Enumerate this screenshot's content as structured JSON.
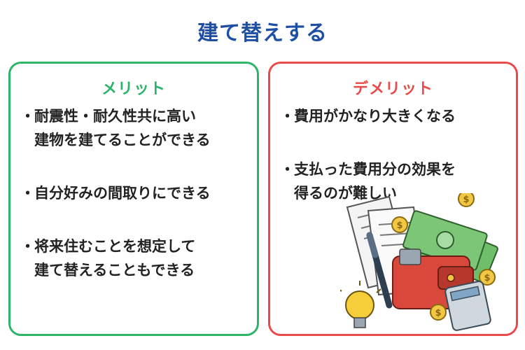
{
  "title": "建て替えする",
  "merit": {
    "heading": "メリット",
    "points": [
      {
        "line1": "耐震性・耐久性共に高い",
        "line2": "建物を建てることができる"
      },
      {
        "line1": "自分好みの間取りにできる",
        "line2": ""
      },
      {
        "line1": "将来住むことを想定して",
        "line2": "建て替えることもできる"
      }
    ]
  },
  "demerit": {
    "heading": "デメリット",
    "points": [
      {
        "line1": "費用がかなり大きくなる",
        "line2": ""
      },
      {
        "line1": "支払った費用分の効果を",
        "line2": "得るのが難しい"
      }
    ]
  },
  "bullet": "・",
  "illustration": {
    "items": [
      "document-icon",
      "pen-icon",
      "banknote-icon",
      "wallet-icon",
      "coin-icon",
      "calculator-icon",
      "lightbulb-icon"
    ],
    "coin_symbol": "$"
  },
  "colors": {
    "title": "#1f4fa3",
    "merit": "#2db46b",
    "demerit": "#e94b4b"
  }
}
